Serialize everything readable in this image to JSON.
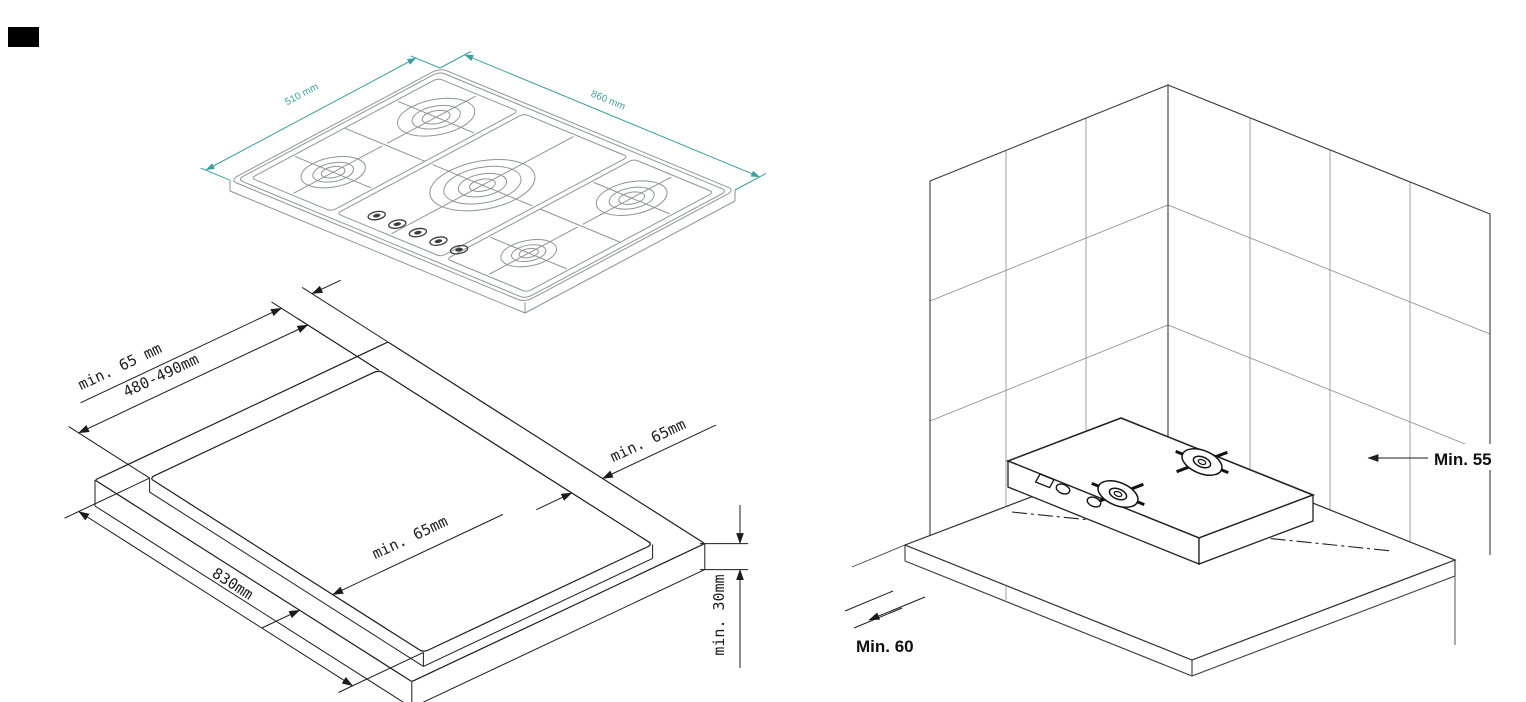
{
  "colors": {
    "dim_teal": "#3d9e9e",
    "line_dark": "#1c1c1c"
  },
  "figures": {
    "hob": {
      "dim_width": "510 mm",
      "dim_length": "860 mm"
    },
    "cutout": {
      "dim_back_margin": "min. 65 mm",
      "dim_depth": "480-490mm",
      "dim_side_margin": "min. 65mm",
      "dim_front_margin": "min. 65mm",
      "dim_length": "830mm",
      "dim_thickness": "min. 30mm"
    },
    "corner": {
      "dim_right_wall": "Min. 55",
      "dim_left_wall": "Min. 60"
    }
  }
}
